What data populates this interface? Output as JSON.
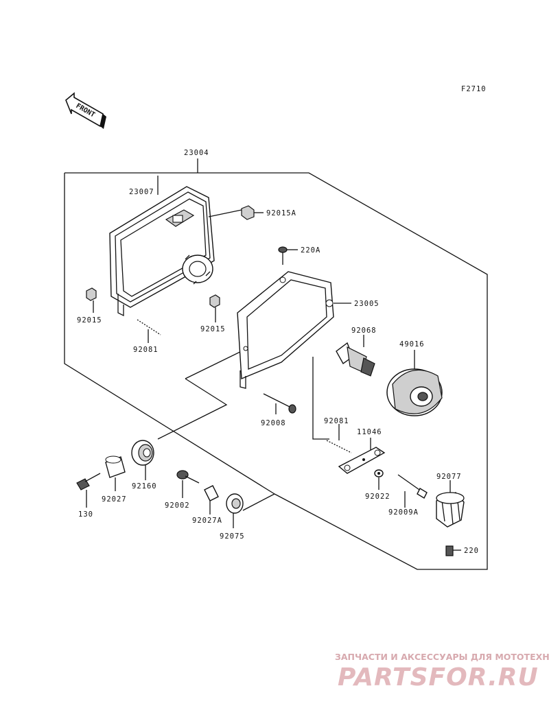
{
  "diagram": {
    "figure_code": "F2710",
    "front_label": "FRONT",
    "callouts": {
      "p23004": "23004",
      "p23007": "23007",
      "p92015a": "92015A",
      "p220a": "220A",
      "p23005": "23005",
      "p92015_left": "92015",
      "p92015_mid": "92015",
      "p92081_left": "92081",
      "p92068": "92068",
      "p49016": "49016",
      "p92008": "92008",
      "p92081_right": "92081",
      "p11046": "11046",
      "p92077": "92077",
      "p130": "130",
      "p92027": "92027",
      "p92160": "92160",
      "p92002": "92002",
      "p92027a": "92027A",
      "p92075": "92075",
      "p92022": "92022",
      "p92009a": "92009A",
      "p220": "220"
    }
  },
  "watermark": {
    "tagline": "ЗАПЧАСТИ И АКСЕССУАРЫ ДЛЯ МОТОТЕХНИКИ",
    "brand": "PARTSFOR.RU"
  }
}
